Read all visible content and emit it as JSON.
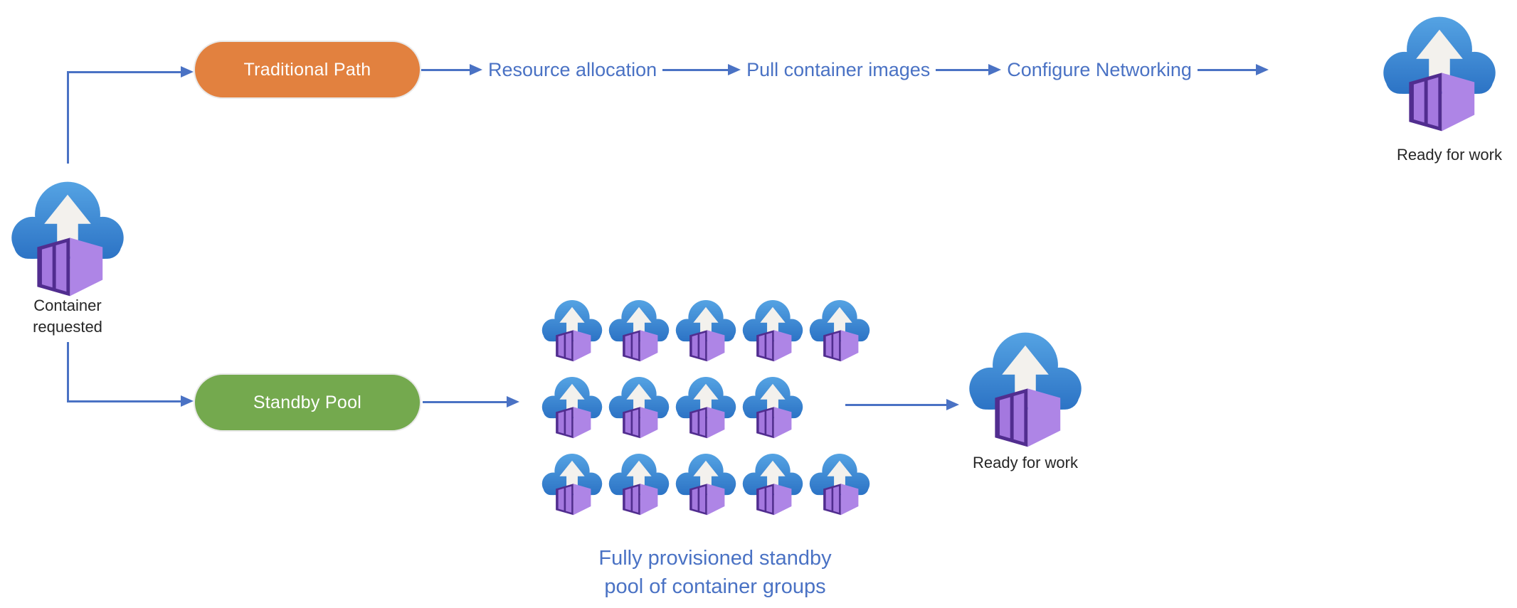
{
  "colors": {
    "accent_blue": "#4A72C4",
    "traditional_pill": "#E2813F",
    "standby_pill": "#74A94E",
    "label_text": "#262626",
    "flow_text": "#4A72C4",
    "cloud_blue_top": "#55A3E3",
    "cloud_blue_bottom": "#2C73C5",
    "container_purple_side": "#AE85E6",
    "container_purple_frame": "#512D8F",
    "container_purple_panel": "#A478DF",
    "upload_arrow_white": "#F3F1ED"
  },
  "start": {
    "label": "Container\nrequested"
  },
  "traditional": {
    "pill_label": "Traditional Path",
    "steps": [
      "Resource allocation",
      "Pull container images",
      "Configure Networking"
    ],
    "end_label": "Ready for work"
  },
  "standby": {
    "pill_label": "Standby Pool",
    "pool_rows": [
      5,
      4,
      5
    ],
    "caption": "Fully provisioned standby\npool of container groups",
    "end_label": "Ready for work"
  }
}
